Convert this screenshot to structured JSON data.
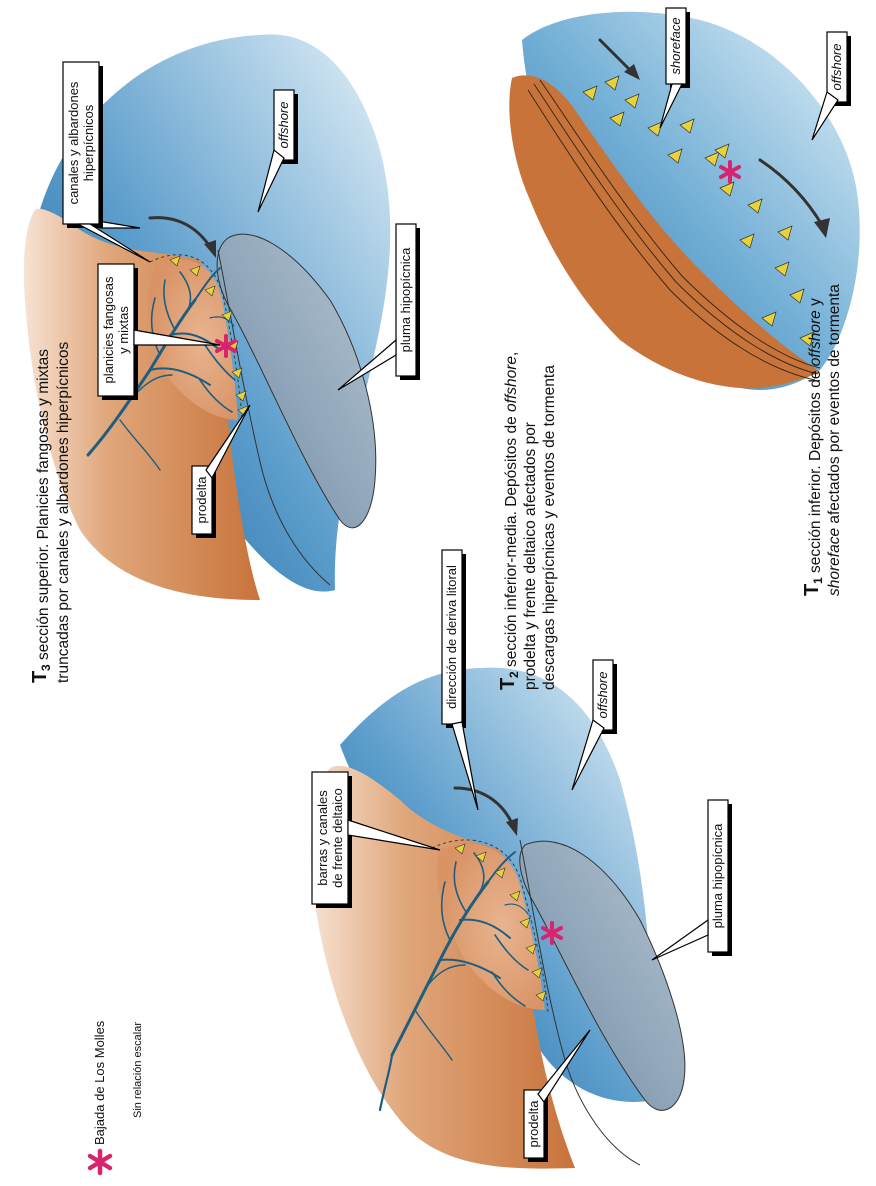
{
  "colors": {
    "land": "#c8733a",
    "sea_light": "#d5e9f4",
    "sea_deep": "#1f6fa6",
    "plume": "#8a9fb3",
    "channel": "#1f5e7e",
    "marker": "#d6246e",
    "wave": "#e8d23a"
  },
  "legend": {
    "marker_icon": "asterisk-icon",
    "location_label": "Bajada de Los Molles",
    "scale_note": "Sin relación escalar"
  },
  "t3": {
    "caption_letter": "T",
    "caption_sub": "3",
    "caption_line1": "sección superior. Planicies fangosas y mixtas",
    "caption_line2": "truncadas por canales y albardones hiperpícnicos",
    "labels": {
      "channels_line1": "canales y albardones",
      "channels_line2": "hiperpícnicos",
      "offshore": "offshore",
      "flats_line1": "planicies fangosas",
      "flats_line2": "y mixtas",
      "plume": "pluma hipopícnica",
      "prodelta": "prodelta"
    }
  },
  "t2": {
    "caption_letter": "T",
    "caption_sub": "2",
    "caption_line1a": "sección inferior-media. Depósitos de ",
    "caption_line1b": "offshore",
    "caption_line1c": ",",
    "caption_line2": "prodelta  y  frente  deltaico  afectados  por",
    "caption_line3": "descargas hiperpícnicas y eventos de tormenta",
    "labels": {
      "drift": "dirección de deriva litoral",
      "offshore": "offshore",
      "bars_line1": "barras y canales",
      "bars_line2": "de frente deltaico",
      "plume": "pluma hipopícnica",
      "prodelta": "prodelta"
    }
  },
  "t1": {
    "caption_letter": "T",
    "caption_sub": "1",
    "caption_line1a": "sección inferior. Depósitos de ",
    "caption_line1b": "offshore",
    "caption_line1c": " y",
    "caption_line2a": "shoreface",
    "caption_line2b": " afectados por eventos de tormenta",
    "labels": {
      "shoreface": "shoreface",
      "offshore": "offshore"
    }
  }
}
